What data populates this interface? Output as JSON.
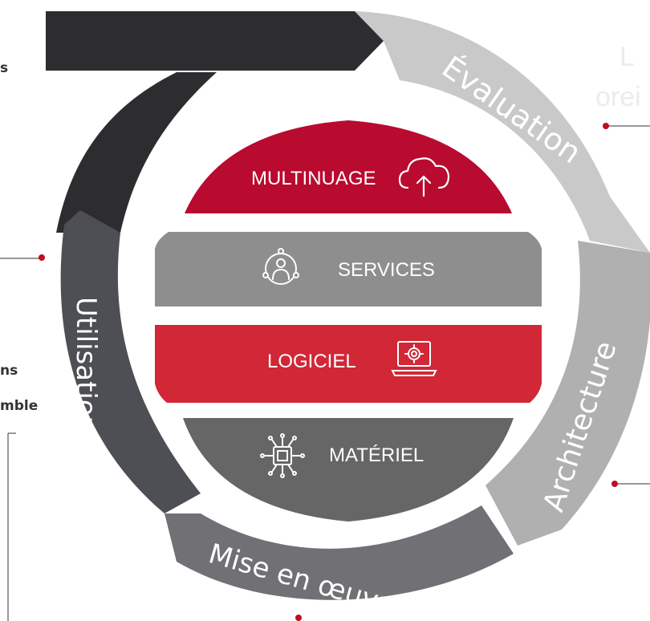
{
  "cycle": {
    "evaluation": "Évaluation",
    "architecture": "Architecture",
    "mise_en_oeuvre": "Mise en œuvre",
    "utilisation": "Utilisation"
  },
  "layers": [
    {
      "label": "MULTINUAGE",
      "icon": "cloud-upload-icon",
      "color": "#b90a30"
    },
    {
      "label": "SERVICES",
      "icon": "user-network-icon",
      "color": "#8e8e8e"
    },
    {
      "label": "LOGICIEL",
      "icon": "laptop-gear-icon",
      "color": "#d12736"
    },
    {
      "label": "MATÉRIEL",
      "icon": "chip-icon",
      "color": "#666666"
    }
  ],
  "fragments": {
    "left_top": "s",
    "left_mid_1": "ns",
    "left_mid_2": "mble",
    "bg_right_1": "L",
    "bg_right_2": "orei"
  },
  "colors": {
    "dark": "#2d2d30",
    "light_gray": "#c9c9c9",
    "mid_gray": "#b0b0b0",
    "darker_gray": "#707075",
    "slate": "#4d4f54",
    "accent_red": "#c00d1e"
  }
}
